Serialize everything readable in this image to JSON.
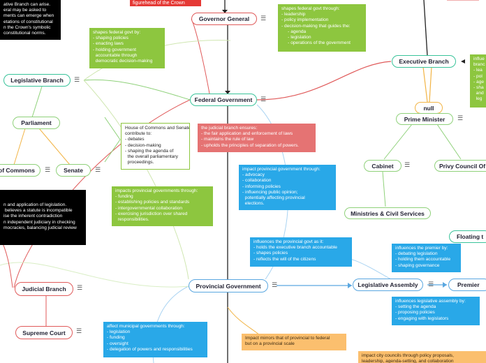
{
  "colors": {
    "red_node": "#e05a5a",
    "green_node": "#8fd17a",
    "teal_node": "#39c39a",
    "blue_node": "#5aa7e0",
    "note_green": "#8dc63f",
    "note_blue": "#29a8e8",
    "note_red": "#e57373",
    "note_orange": "#fbbf6e"
  },
  "nodes": {
    "governor_general": "Governor General",
    "executive_branch": "Executive Branch",
    "legislative_branch": "Legislative Branch",
    "federal_government": "Federal Government",
    "parliament": "Parliament",
    "house_of_commons": "of Commons",
    "senate": "Senate",
    "null_node": "null",
    "prime_minister": "Prime Minister",
    "cabinet": "Cabinet",
    "privy_council": "Privy Council Of",
    "ministries": "Ministries & Civil Services",
    "floating": "Floating t",
    "judicial_branch": "Judicial Branch",
    "supreme_court": "Supreme Court",
    "provincial_government": "Provincial Government",
    "legislative_assembly": "Legislative Assembly",
    "premier": "Premier"
  },
  "menu_glyph": "☰",
  "red_bar": "figurehead of the Crown",
  "notes": {
    "black_top": "ative Branch can arise.\neral may be asked to\nments can emerge when\netations of constitutional\nn the Crown's symbolic\nconstitutional norms.",
    "legislative_shapes": "shapes federal govt by:\n- shaping policies\n- enacting laws\n- holding government\n  accountable through\n  democratic decision-making",
    "executive_shapes": "shapes federal govt through:\n- leadership\n- policy implementation\n- decision-making that guides the:\n     - agenda\n     - legislation\n     - operations of the government",
    "right_green": "influe\nbranc\n- lea\n- pol\n- age\n- sha\n  and\n  leg",
    "house_senate": "House of Commons and Senate\ncontribute to:\n- debates\n- decision-making\n- shaping the agenda of\n  the overall parliamentary\n  proceedings.",
    "judicial_ensures": "the judicial branch ensures:\n- the fair application and enforcement of laws\n- maintains the rule of law\n- upholds the principles of separation of powers.",
    "impact_provincial": "impact provincial government through:\n- advocacy\n- collaboration\n- informing policies\n- influencing public opinion;\n  potentially affecting provincial\n  elections.",
    "black_mid": "n and application of legislation.\n believes a statute is incompatible\nise the inherent contradiction\nn independent judiciary in checking\nmocracies, balancing judicial review",
    "impacts_provincial_green": "impacts provincial governments through:\n- funding\n- establishing policies and standards\n- intergovernmental collaboration\n- exercising jurisdiction over shared\n  responsibilities.",
    "influences_provincial": "influences the provincial govt as it:\n- holds the executive branch accountable\n- shapes policies\n- reflects the will of the citizens",
    "influences_premier": "influences the premier by:\n- debating legislation\n- holding them accountable\n- shaping governance",
    "influences_assembly": "influences legislative assembly by:\n- setting the agenda\n- proposing policies\n- engaging with legislators",
    "affect_municipal": "affect municipal governments through:\n- legislation\n- funding\n- oversight\n- delegation of powers and responsibilities",
    "impact_mirrors": "Impact mirrors that of provincial to federal\nbut on a provincial scale",
    "impact_city": "impact city councils through policy proposals,\nleadership, agenda-setting, and collaboration"
  }
}
